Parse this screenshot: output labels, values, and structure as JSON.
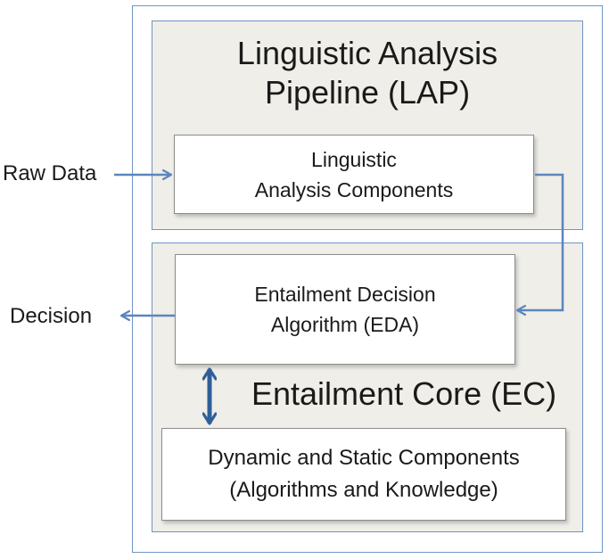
{
  "diagram": {
    "lap_title": [
      "Linguistic Analysis",
      "Pipeline (LAP)"
    ],
    "lap_component": [
      "Linguistic",
      "Analysis Components"
    ],
    "eda_component": [
      "Entailment Decision",
      "Algorithm (EDA)"
    ],
    "ec_title": "Entailment Core (EC)",
    "dynamic_component": [
      "Dynamic and Static Components",
      "(Algorithms and Knowledge)"
    ],
    "input_label": "Raw Data",
    "output_label": "Decision",
    "colors": {
      "panel_border": "#6f94c4",
      "panel_fill": "#efeee8",
      "arrow": "#5a86bd",
      "double_arrow": "#2f5f9a"
    }
  }
}
